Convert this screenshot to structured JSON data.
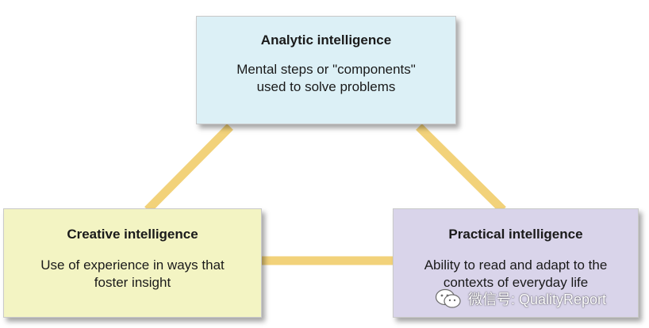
{
  "colors": {
    "connector": "#f2d27a",
    "analytic_fill": "#dcf0f6",
    "creative_fill": "#f3f4c3",
    "practical_fill": "#d9d4ea"
  },
  "nodes": {
    "analytic": {
      "title": "Analytic intelligence",
      "description": "Mental steps or \"components\"\nused to solve problems"
    },
    "creative": {
      "title": "Creative intelligence",
      "description": "Use of experience in ways that\nfoster insight"
    },
    "practical": {
      "title": "Practical intelligence",
      "description": "Ability to read and adapt to the\ncontexts of everyday life"
    }
  },
  "edges": [
    {
      "from": "analytic",
      "to": "creative"
    },
    {
      "from": "analytic",
      "to": "practical"
    },
    {
      "from": "creative",
      "to": "practical"
    }
  ],
  "watermark": {
    "icon": "wechat-icon",
    "text": "微信号: QualityReport"
  }
}
